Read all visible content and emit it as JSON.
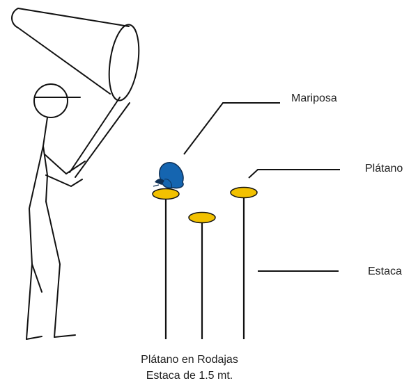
{
  "labels": {
    "mariposa": "Mariposa",
    "platano": "Plátano",
    "estaca": "Estaca"
  },
  "caption": {
    "line1": "Plátano en Rodajas",
    "line2": "Estaca de 1.5 mt."
  },
  "colors": {
    "butterfly": "#1565b0",
    "banana_slice": "#f2c100",
    "ink": "#111111"
  },
  "icons": {
    "person": "stick-figure-with-net",
    "net": "butterfly-net",
    "butterfly": "butterfly-icon"
  }
}
